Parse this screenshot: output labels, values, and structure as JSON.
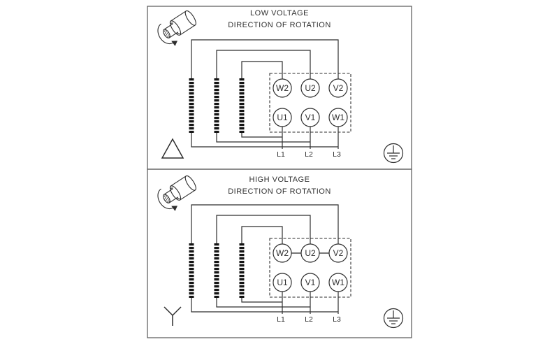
{
  "diagram": {
    "type": "motor-terminal-wiring",
    "colors": {
      "background": "#ffffff",
      "line": "#2e2e2e",
      "bar": "#141414",
      "border": "#565656",
      "text": "#2f2f2f"
    },
    "panels": [
      {
        "id": "low-voltage",
        "title": "LOW VOLTAGE",
        "subtitle": "DIRECTION OF ROTATION",
        "connection": "delta",
        "terminals": {
          "top": [
            "W2",
            "U2",
            "V2"
          ],
          "bottom": [
            "U1",
            "V1",
            "W1"
          ]
        },
        "supply_lines": [
          "L1",
          "L2",
          "L3"
        ],
        "symbols": [
          "rotation-direction-icon",
          "delta-connection-symbol",
          "earth-ground-icon"
        ]
      },
      {
        "id": "high-voltage",
        "title": "HIGH VOLTAGE",
        "subtitle": "DIRECTION OF ROTATION",
        "connection": "star",
        "terminals": {
          "top": [
            "W2",
            "U2",
            "V2"
          ],
          "bottom": [
            "U1",
            "V1",
            "W1"
          ]
        },
        "supply_lines": [
          "L1",
          "L2",
          "L3"
        ],
        "symbols": [
          "rotation-direction-icon",
          "wye-connection-symbol",
          "earth-ground-icon"
        ]
      }
    ]
  }
}
